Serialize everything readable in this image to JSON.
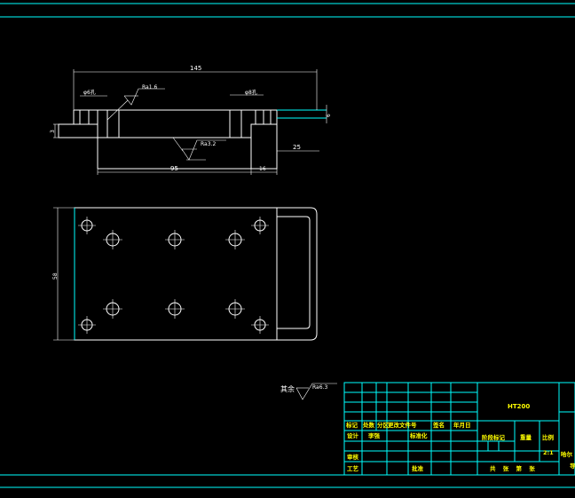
{
  "drawing": {
    "front_view": {
      "dim_overall_length": "145",
      "dim_left_hole": "φ6孔",
      "dim_right_hole": "φ8孔",
      "dim_roughness_top": "Ra1.6",
      "dim_roughness_bottom": "Ra3.2",
      "dim_left_height": "3",
      "dim_right_height": "6",
      "dim_right_offset": "25",
      "dim_bottom_length": "95",
      "dim_bottom_right": "16"
    },
    "top_view": {
      "dim_width": "58"
    },
    "general_roughness": {
      "label": "其余",
      "value": "Ra6.3"
    }
  },
  "title_block": {
    "material": "HT200",
    "row1_labels": [
      "标记",
      "处数",
      "分区",
      "更改文件号",
      "签名",
      "年月日"
    ],
    "row2_labels": [
      "设计",
      "李强",
      "标准化"
    ],
    "row3_labels": [
      "审核"
    ],
    "row4_labels": [
      "工艺",
      "批准"
    ],
    "stage_label": "阶段标记",
    "weight_label": "重量",
    "scale_label": "比例",
    "scale_value": "2:1",
    "sheet_label": "共 张 第 张",
    "school_partial_1": "哈尔",
    "school_partial_2": "导"
  },
  "colors": {
    "background": "#000000",
    "border": "#00ffff",
    "geometry": "#ffffff",
    "title_text": "#ffff00"
  }
}
